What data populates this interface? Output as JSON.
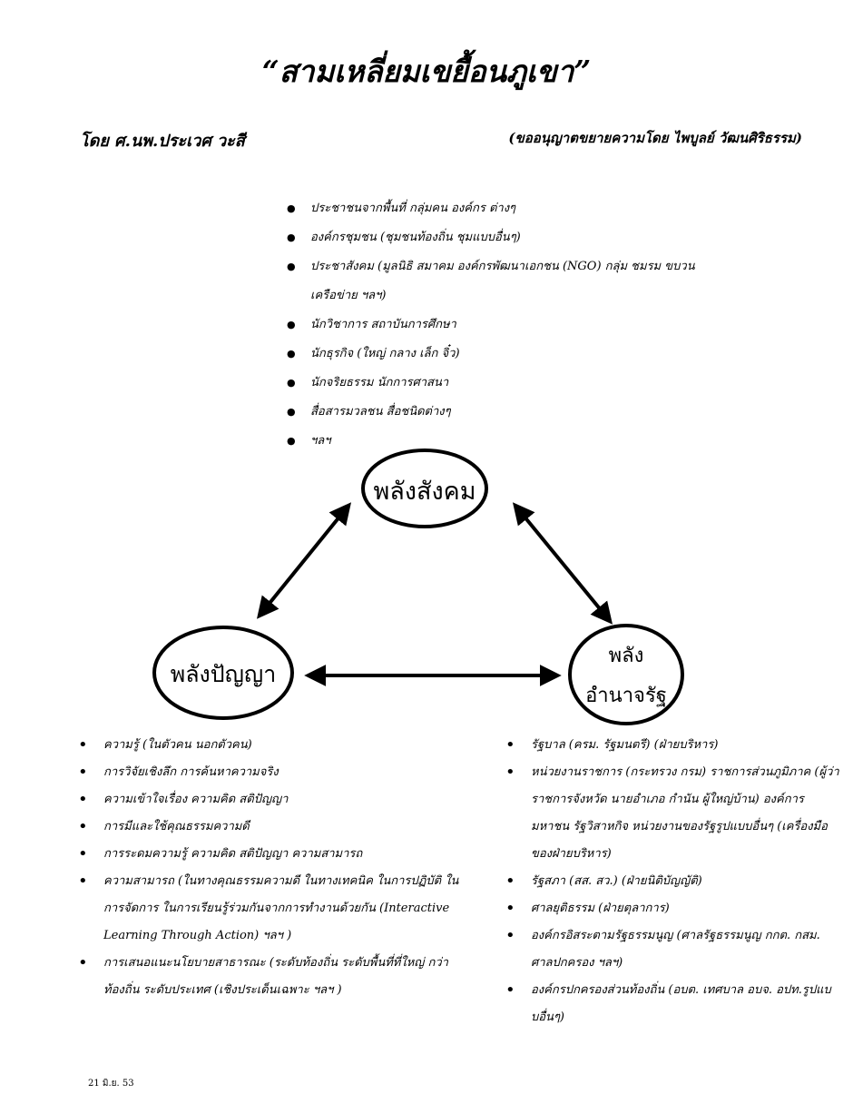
{
  "title": "“สามเหลี่ยมเขยื้อนภูเขา”",
  "author": "โดย ศ.นพ.ประเวศ วะสี",
  "credit": "(ขออนุญาตขยายความโดย ไพบูลย์ วัฒนศิริธรรม)",
  "nodes": {
    "social": "พลังสังคม",
    "wisdom": "พลังปัญญา",
    "state_line1": "พลัง",
    "state_line2": "อำนาจรัฐ"
  },
  "social_items": [
    "ประชาชนจากพื้นที่  กลุ่มคน  องค์กร  ต่างๆ",
    "องค์กรชุมชน (ชุมชนท้องถิ่น ชุมแบบอื่นๆ)",
    "ประชาสังคม (มูลนิธิ สมาคม องค์กรพัฒนาเอกชน (NGO) กลุ่ม ชมรม ขบวน  เครือข่าย ฯลฯ)",
    "นักวิชาการ  สถาบันการศึกษา",
    "นักธุรกิจ (ใหญ่  กลาง เล็ก จิ๋ว)",
    "นักจริยธรรม นักการศาสนา",
    "สื่อสารมวลชน  สื่อชนิดต่างๆ",
    "ฯลฯ"
  ],
  "wisdom_items": [
    "ความรู้ (ในตัวคน นอกตัวคน)",
    "การวิจัยเชิงลึก การค้นหาความจริง",
    "ความเข้าใจเรื่อง  ความคิด  สติปัญญา",
    "การมีและใช้คุณธรรมความดี",
    "การระดมความรู้  ความคิด  สติปัญญา  ความสามารถ",
    "ความสามารถ  (ในทางคุณธรรมความดี  ในทางเทคนิค ในการปฏิบัติ  ในการจัดการ  ในการเรียนรู้ร่วมกันจากการทำงานด้วยกัน  (Interactive Learning Through Action) ฯลฯ )",
    "การเสนอแนะนโยบายสาธารณะ (ระดับท้องถิ่น ระดับพื้นที่ที่ใหญ่ กว่าท้องถิ่น ระดับประเทศ (เชิงประเด็นเฉพาะ ฯลฯ )"
  ],
  "state_items": [
    "รัฐบาล (ครม. รัฐมนตรี) (ฝ่ายบริหาร)",
    "หน่วยงานราชการ  (กระทรวง กรม) ราชการส่วนภูมิภาค (ผู้ว่าราชการจังหวัด นายอำเภอ กำนัน ผู้ใหญ่บ้าน) องค์การมหาชน รัฐวิสาหกิจ หน่วยงานของรัฐรูปแบบอื่นๆ (เครื่องมือของฝ่ายบริหาร)",
    "รัฐสภา (สส. สว.) (ฝ่ายนิติบัญญัติ)",
    "ศาลยุติธรรม (ฝ่ายตุลาการ)",
    "องค์กรอิสระตามรัฐธรรมนูญ  (ศาลรัฐธรรมนูญ กกต. กสม. ศาลปกครอง ฯลฯ)",
    "องค์กรปกครองส่วนท้องถิ่น (อบต. เทศบาล อบจ. อปท.รูปแบบอื่นๆ)"
  ],
  "footer": "21 มิ.ย. 53"
}
